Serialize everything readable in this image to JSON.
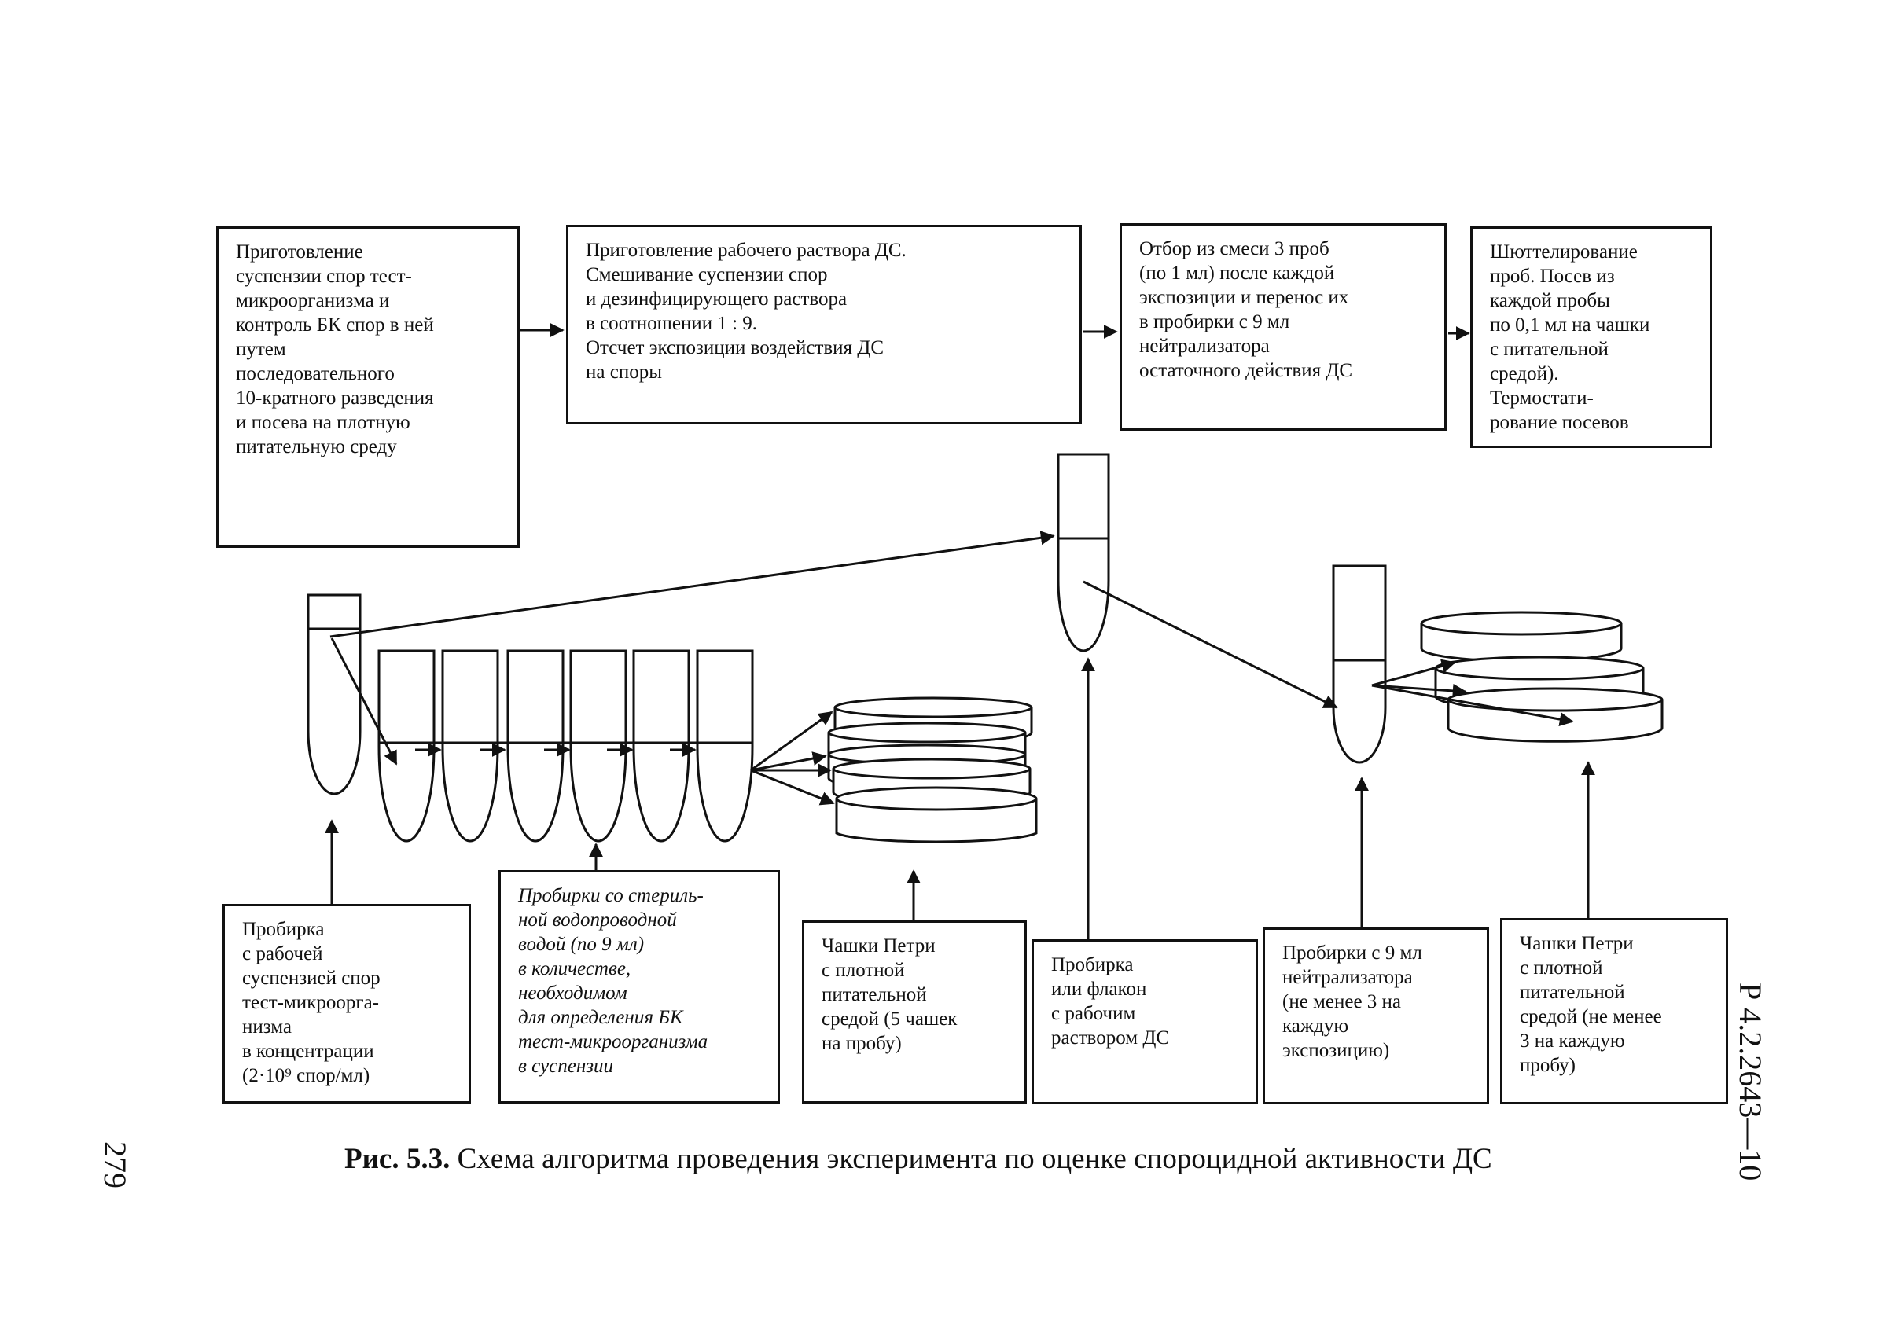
{
  "steps": [
    "Приготовление\nсуспензии спор тест-\nмикроорганизма и\nконтроль БК спор в ней\nпутем\nпоследовательного\n10-кратного разведения\nи посева на плотную\nпитательную среду",
    "Приготовление рабочего раствора ДС.\nСмешивание суспензии спор\nи дезинфицирующего раствора\nв соотношении 1 : 9.\nОтсчет экспозиции воздействия ДС\nна споры",
    "Отбор из смеси 3 проб\n(по 1 мл) после каждой\nэкспозиции и перенос их\nв пробирки с 9 мл\nнейтрализатора\nостаточного действия ДС",
    "Шюттелирование\nпроб. Посев из\nкаждой пробы\nпо 0,1 мл на чашки\nс питательной\nсредой).\nТермостати-\nрование посевов"
  ],
  "labels": [
    "Пробирка\nс рабочей\nсуспензией спор\nтест-микроорга-\nнизма\nв концентрации\n(2·10⁹ спор/мл)",
    "Пробирки со стериль-\nной водопроводной\nводой (по 9 мл)\nв количестве,\nнеобходимом\nдля определения БК\nтест-микроорганизма\nв суспензии",
    "Чашки Петри\nс плотной\nпитательной\nсредой (5 чашек\nна пробу)",
    "Пробирка\nили флакон\nс рабочим\nраствором ДС",
    "Пробирки с 9 мл\nнейтрализатора\n(не менее 3 на\nкаждую\nэкспозицию)",
    "Чашки Петри\nс плотной\nпитательной\nсредой (не менее\n3 на каждую\nпробу)"
  ],
  "caption": {
    "prefix": "Рис. 5.3.",
    "text": " Схема алгоритма проведения эксперимента по оценке спороцидной активности ДС"
  },
  "doc_number": "Р 4.2.2643—10",
  "page_number": "279"
}
